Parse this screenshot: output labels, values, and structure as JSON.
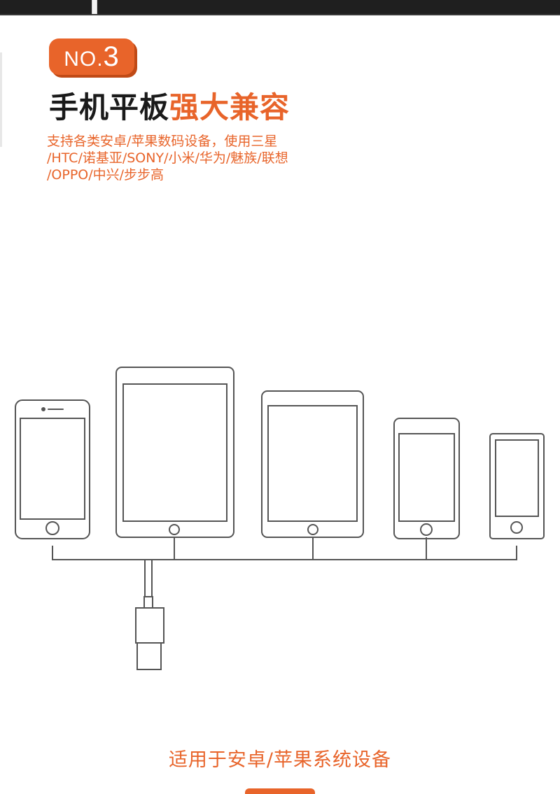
{
  "badge": {
    "prefix": "NO.",
    "number": "3"
  },
  "title": {
    "main": "手机平板",
    "highlight": "强大兼容"
  },
  "description": [
    "支持各类安卓/苹果数码设备，使用三星",
    "/HTC/诺基亚/SONY/小米/华为/魅族/联想",
    "/OPPO/中兴/步步高"
  ],
  "footer": {
    "text": "适用于安卓/苹果系统设备"
  },
  "colors": {
    "accent": "#e8642a",
    "line_art": "#555555",
    "title": "#1a1a1a"
  },
  "icons": [
    "phone-icon",
    "tablet-icon",
    "usb-plug-icon"
  ]
}
